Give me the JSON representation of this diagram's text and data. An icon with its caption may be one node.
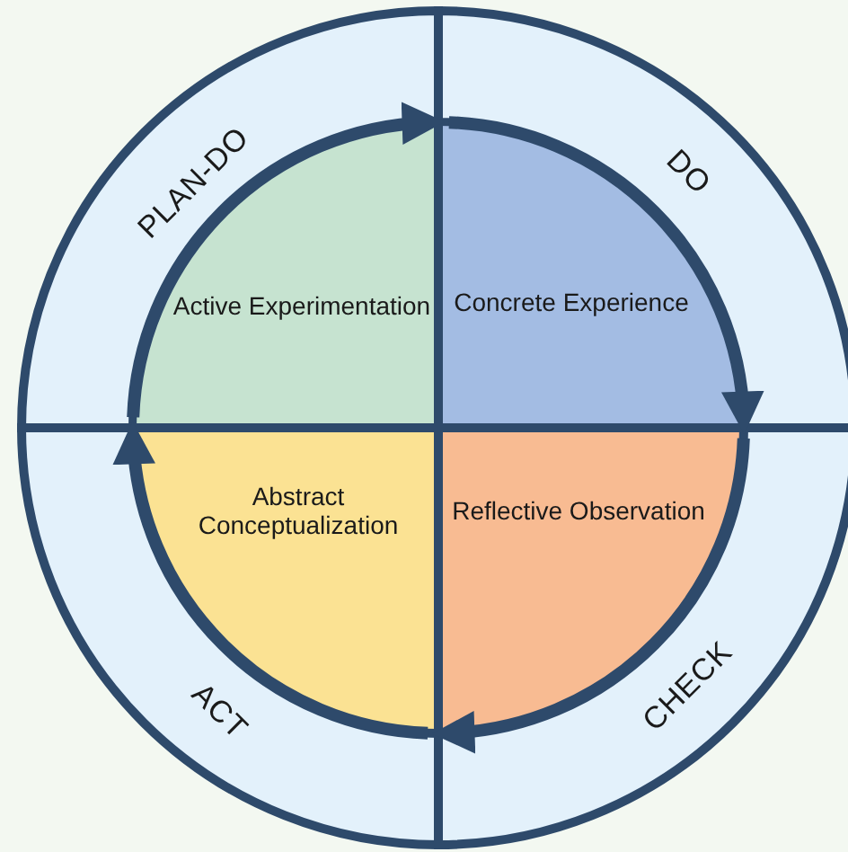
{
  "diagram": {
    "nodes": [
      {
        "text": [
          "PLAN-DO"
        ]
      },
      {
        "text": [
          "DO"
        ]
      },
      {
        "text": [
          "Active Experimentation"
        ]
      },
      {
        "text": [
          "Concrete Experience"
        ]
      },
      {
        "text": [
          "Abstract Conceptualization"
        ]
      },
      {
        "text": [
          "Reflective Observation"
        ]
      },
      {
        "text": [
          "ACT"
        ]
      },
      {
        "text": [
          "CHECK"
        ]
      }
    ],
    "edges": [
      {
        "from": 2,
        "to": 3,
        "arrow": "to"
      },
      {
        "from": 3,
        "to": 5,
        "arrow": "to"
      },
      {
        "from": 5,
        "to": 4,
        "arrow": "to"
      },
      {
        "from": 4,
        "to": 2,
        "arrow": "to"
      }
    ]
  }
}
